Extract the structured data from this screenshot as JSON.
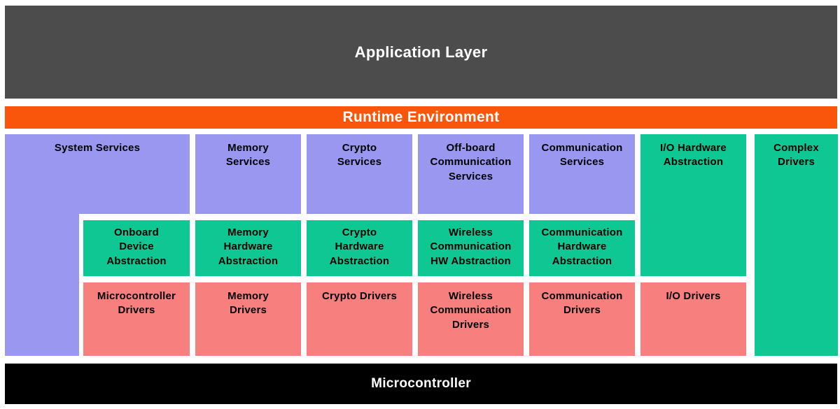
{
  "colors": {
    "background": "#FFFFFF",
    "app-gray": "#4C4C4C",
    "runtime-orange": "#FA560B",
    "services-purple": "#9997F0",
    "abstraction-green": "#0FC793",
    "drivers-pink": "#F7807E",
    "mcu-black": "#000000",
    "header-text": "#FFFFFF",
    "block-text": "#000000"
  },
  "layers": {
    "application": {
      "label": "Application Layer"
    },
    "runtime": {
      "label": "Runtime Environment"
    },
    "microcontroller": {
      "label": "Microcontroller"
    }
  },
  "blocks": {
    "system_services": {
      "label": "System Services"
    },
    "memory_services": {
      "label": "Memory\nServices"
    },
    "crypto_services": {
      "label": "Crypto\nServices"
    },
    "offboard_communication_services": {
      "label": "Off-board\nCommunication\nServices"
    },
    "communication_services": {
      "label": "Communication\nServices"
    },
    "io_hardware_abstraction": {
      "label": "I/O Hardware\nAbstraction"
    },
    "complex_drivers": {
      "label": "Complex\nDrivers"
    },
    "onboard_device_abstraction": {
      "label": "Onboard\nDevice\nAbstraction"
    },
    "memory_hardware_abstraction": {
      "label": "Memory\nHardware\nAbstraction"
    },
    "crypto_hardware_abstraction": {
      "label": "Crypto\nHardware\nAbstraction"
    },
    "wireless_communication_hw_abstraction": {
      "label": "Wireless\nCommunication\nHW Abstraction"
    },
    "communication_hardware_abstraction": {
      "label": "Communication\nHardware\nAbstraction"
    },
    "microcontroller_drivers": {
      "label": "Microcontroller\nDrivers"
    },
    "memory_drivers": {
      "label": "Memory\nDrivers"
    },
    "crypto_drivers": {
      "label": "Crypto Drivers"
    },
    "wireless_communication_drivers": {
      "label": "Wireless\nCommunication\nDrivers"
    },
    "communication_drivers": {
      "label": "Communication\nDrivers"
    },
    "io_drivers": {
      "label": "I/O Drivers"
    }
  }
}
